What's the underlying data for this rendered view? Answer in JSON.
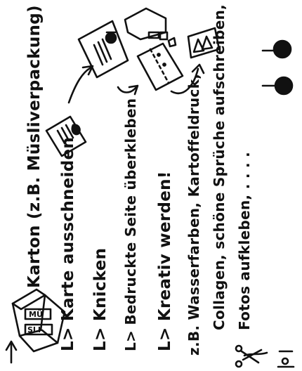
{
  "lines": {
    "karton": "Karton (z.B. Müsliverpackung)",
    "karte": "L> Karte ausschneiden",
    "knicken": "L> Knicken",
    "bedruckte": "L> Bedruckte Seite überkleben",
    "kreativ": "L> Kreativ werden!",
    "beispiele_1": "z.B. Wasserfarben, Kartoffeldruck,",
    "beispiele_2": "Collagen, schöne Sprüche aufschreiben,",
    "beispiele_3": "Fotos aufkleben, . . . ."
  },
  "box_labels": {
    "top": "MÜ",
    "bottom": "SLI"
  },
  "arrow_label": "->",
  "icons": [
    "cereal-box-icon",
    "card-icon",
    "folded-card-icon",
    "paper-scraps-icon",
    "scissors-icon",
    "glue-stick-icon",
    "pin-icon",
    "brush-icon"
  ]
}
